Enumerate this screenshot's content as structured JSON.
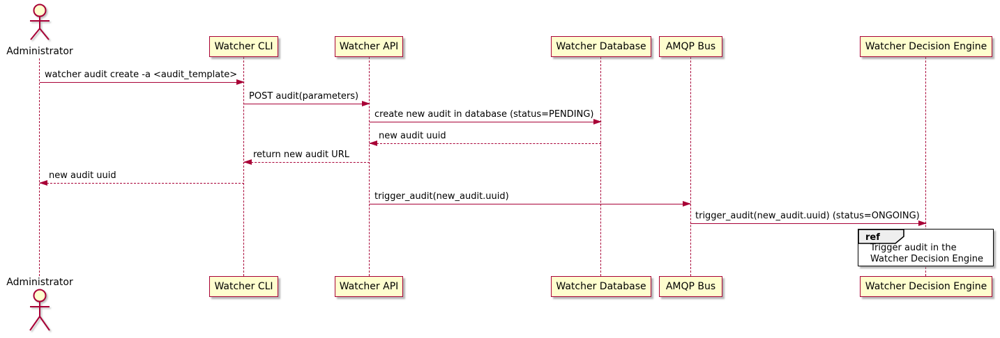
{
  "diagram": {
    "kind": "sequence-diagram",
    "participants": [
      {
        "label": "Administrator",
        "type": "actor"
      },
      {
        "label": "Watcher CLI",
        "type": "participant"
      },
      {
        "label": "Watcher API",
        "type": "participant"
      },
      {
        "label": "Watcher Database",
        "type": "participant"
      },
      {
        "label": "AMQP Bus",
        "type": "participant"
      },
      {
        "label": "Watcher Decision Engine",
        "type": "participant"
      }
    ],
    "messages": [
      {
        "from": "Administrator",
        "to": "Watcher CLI",
        "label": "watcher audit create -a <audit_template>",
        "line": "solid",
        "direction": "right"
      },
      {
        "from": "Watcher CLI",
        "to": "Watcher API",
        "label": "POST audit(parameters)",
        "line": "solid",
        "direction": "right"
      },
      {
        "from": "Watcher API",
        "to": "Watcher Database",
        "label": "create new audit in database (status=PENDING)",
        "line": "solid",
        "direction": "right"
      },
      {
        "from": "Watcher Database",
        "to": "Watcher API",
        "label": "new audit uuid",
        "line": "dashed",
        "direction": "left"
      },
      {
        "from": "Watcher API",
        "to": "Watcher CLI",
        "label": "return new audit URL",
        "line": "dashed",
        "direction": "left"
      },
      {
        "from": "Watcher CLI",
        "to": "Administrator",
        "label": "new audit uuid",
        "line": "dashed",
        "direction": "left"
      },
      {
        "from": "Watcher API",
        "to": "AMQP Bus",
        "label": "trigger_audit(new_audit.uuid)",
        "line": "solid",
        "direction": "right"
      },
      {
        "from": "AMQP Bus",
        "to": "Watcher Decision Engine",
        "label": "trigger_audit(new_audit.uuid) (status=ONGOING)",
        "line": "solid",
        "direction": "right"
      }
    ],
    "ref": {
      "keyword": "ref",
      "lines": [
        "Trigger audit in the",
        "Watcher Decision Engine"
      ],
      "over": "Watcher Decision Engine"
    },
    "colors": {
      "participant_fill": "#FEFECE",
      "participant_border": "#A80036",
      "message_color": "#A80036",
      "ref_border": "#000000",
      "ref_header_fill": "#EEEEEE",
      "text_color": "#000000"
    }
  }
}
